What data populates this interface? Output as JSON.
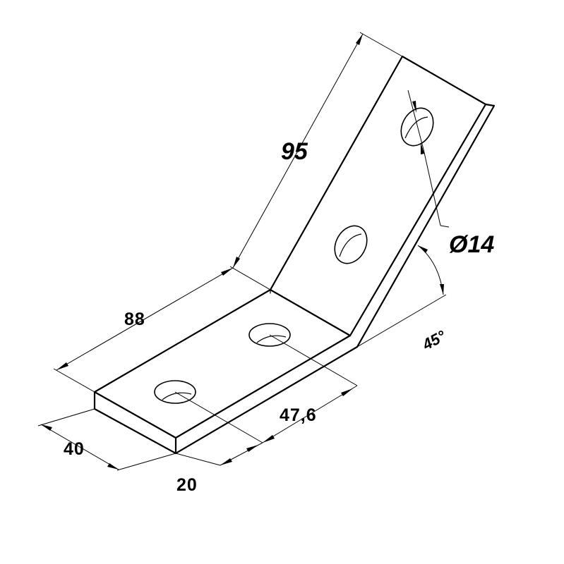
{
  "dimensions": {
    "length_upper": "95",
    "length_lower": "88",
    "hole_diameter": "Ø14",
    "hole_pitch": "47,6",
    "width": "40",
    "edge_offset": "20",
    "angle": "45°"
  }
}
